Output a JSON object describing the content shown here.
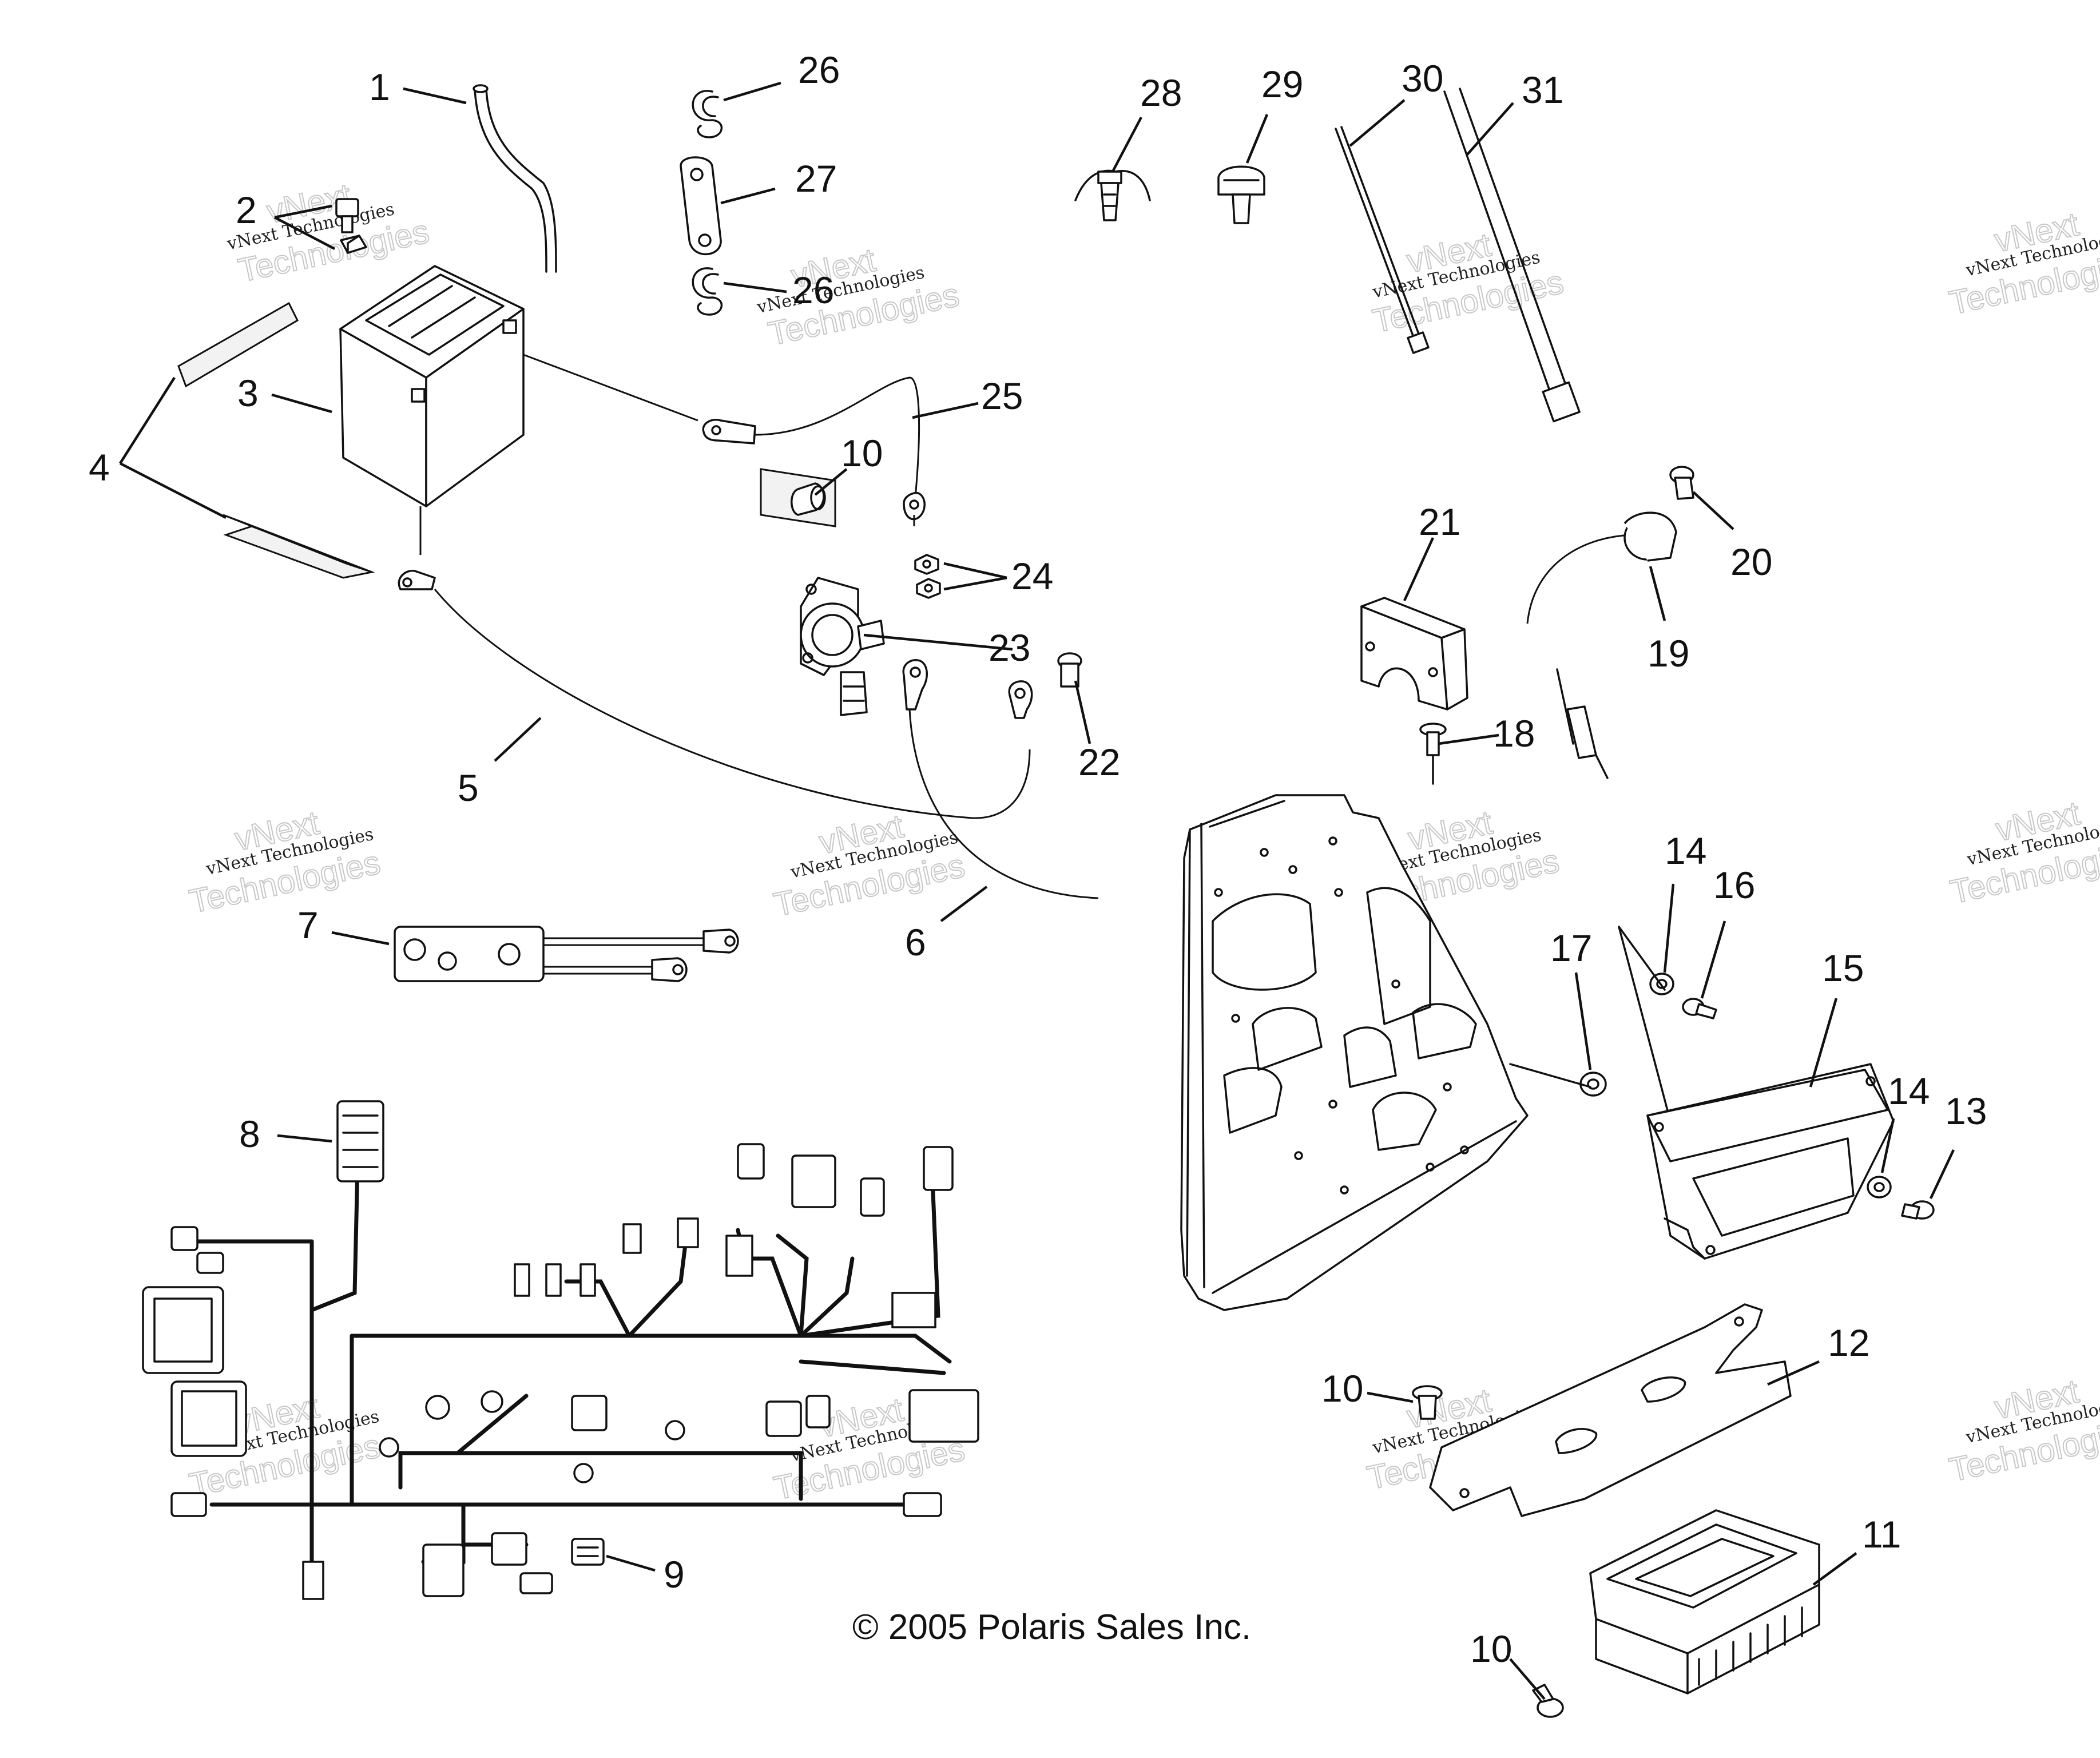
{
  "copyright": "© 2005 Polaris Sales Inc.",
  "watermark": {
    "line_small": "vNext Technologies",
    "line_big_1": "vNext",
    "line_big_2": "Technologies"
  },
  "callouts": [
    "1",
    "2",
    "3",
    "4",
    "5",
    "6",
    "7",
    "8",
    "9",
    "10",
    "10",
    "10",
    "11",
    "12",
    "13",
    "14",
    "14",
    "15",
    "16",
    "17",
    "18",
    "19",
    "20",
    "21",
    "22",
    "23",
    "24",
    "25",
    "26",
    "26",
    "27",
    "28",
    "29",
    "30",
    "31"
  ]
}
